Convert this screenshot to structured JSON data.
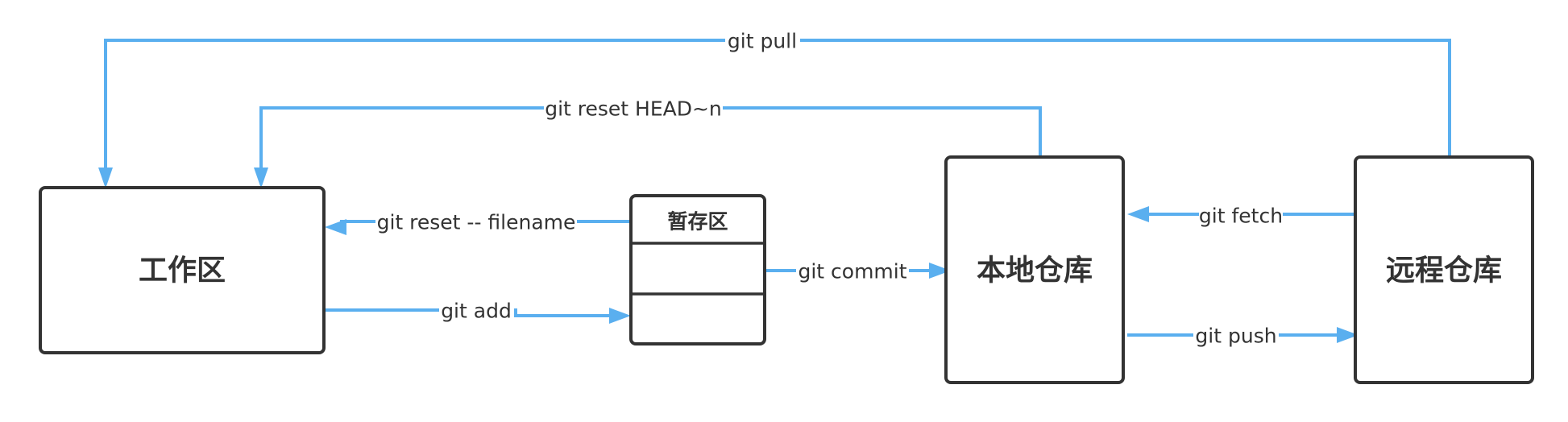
{
  "nodes": {
    "workspace": "工作区",
    "staging": "暂存区",
    "local_repo": "本地仓库",
    "remote_repo": "远程仓库"
  },
  "edges": {
    "git_pull": "git pull",
    "git_reset_head": "git reset HEAD~n",
    "git_reset_file": "git reset -- filename",
    "git_add": "git add",
    "git_commit": "git commit",
    "git_fetch": "git fetch",
    "git_push": "git push"
  },
  "colors": {
    "connector": "#5aafef",
    "box_stroke": "#333333",
    "text": "#333333"
  }
}
